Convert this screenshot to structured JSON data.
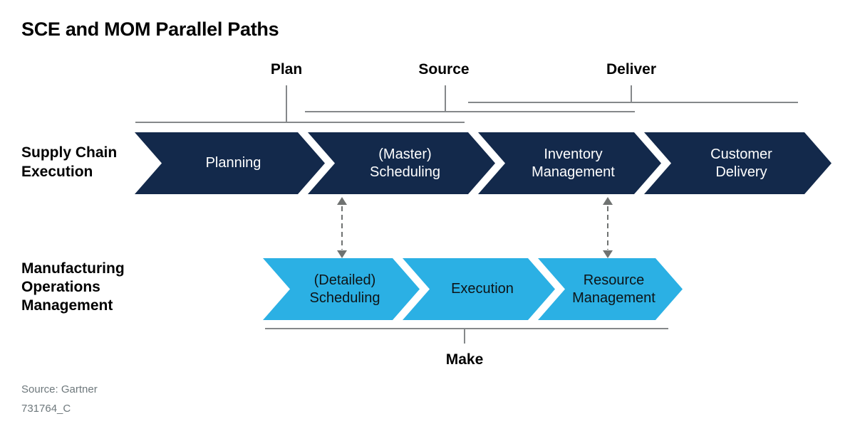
{
  "title": "SCE and MOM Parallel Paths",
  "colors": {
    "navy": "#13294B",
    "light_blue": "#2BB0E4",
    "bracket_line_gray": "#85888A",
    "connector_gray": "#6F7271",
    "footer_gray": "#6E787C"
  },
  "brackets": {
    "plan": "Plan",
    "source": "Source",
    "deliver": "Deliver",
    "make": "Make"
  },
  "sce": {
    "label": "Supply Chain\nExecution",
    "segments": [
      "Planning",
      "(Master)\nScheduling",
      "Inventory\nManagement",
      "Customer\nDelivery"
    ]
  },
  "mom": {
    "label": "Manufacturing\nOperations\nManagement",
    "segments": [
      "(Detailed)\nScheduling",
      "Execution",
      "Resource\nManagement"
    ]
  },
  "footer": {
    "source": "Source: Gartner",
    "doc_id": "731764_C"
  }
}
